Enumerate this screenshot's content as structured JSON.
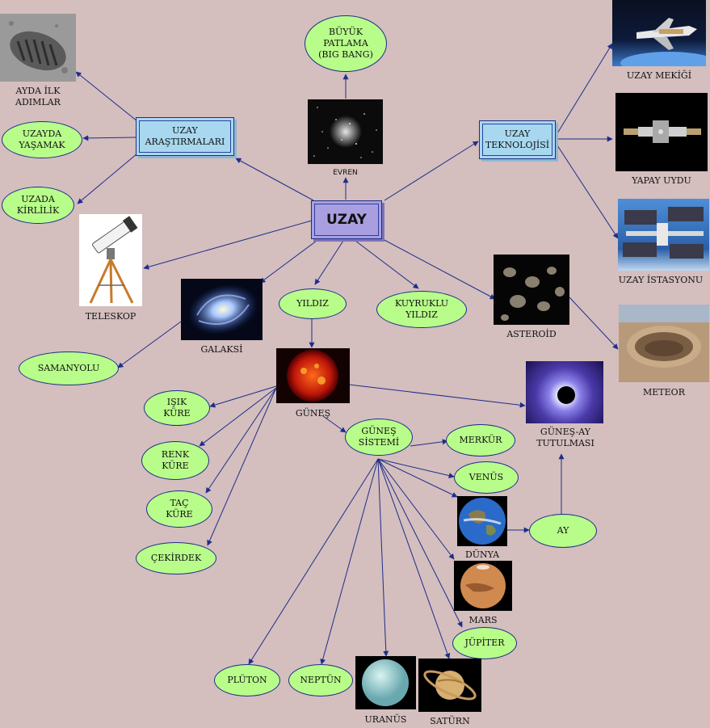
{
  "center": "UZAY",
  "concepts": {
    "big_bang": "BÜYÜK\nPATLAMA\n(BIG BANG)",
    "uzayda_yasamak": "UZAYDA\nYAŞAMAK",
    "uzada_kirlilik": "UZADA\nKİRLİLİK",
    "yildiz": "YILDIZ",
    "kuyruklu_yildiz": "KUYRUKLU\nYILDIZ",
    "samanyolu": "SAMANYOLU",
    "isik_kure": "IŞIK\nKÜRE",
    "renk_kure": "RENK\nKÜRE",
    "tac_kure": "TAÇ\nKÜRE",
    "cekirdek": "ÇEKİRDEK",
    "gunes_sistemi": "GÜNEŞ\nSİSTEMİ",
    "merkur": "MERKÜR",
    "venus": "VENÜS",
    "ay": "AY",
    "jupiter": "JÜPİTER",
    "pluton": "PLÜTON",
    "neptun": "NEPTÜN"
  },
  "boxes": {
    "uzay_arastirmalari": "UZAY\nARAŞTIRMALARI",
    "uzay_teknolojisi": "UZAY\nTEKNOLOJİSİ"
  },
  "captions": {
    "ayda_ilk_adimlar": "AYDA İLK\nADIMLAR",
    "evren": "EVREN",
    "uzay_mekigi": "UZAY MEKİĞİ",
    "yapay_uydu": "YAPAY UYDU",
    "uzay_istasyonu": "UZAY İSTASYONU",
    "teleskop": "TELESKOP",
    "galaksi": "GALAKSİ",
    "asteroid": "ASTEROİD",
    "meteor": "METEOR",
    "gunes": "GÜNEŞ",
    "gunes_ay_tutulmasi": "GÜNEŞ-AY\nTUTULMASI",
    "dunya": "DÜNYA",
    "mars": "MARS",
    "uranus": "URANÜS",
    "saturn": "SATÜRN"
  },
  "colors": {
    "background": "#d4bebe",
    "concept_fill": "#b8fc8a",
    "box_fill": "#a8d8ef",
    "center_fill": "#a99fe0",
    "line": "#1d2e8a"
  }
}
